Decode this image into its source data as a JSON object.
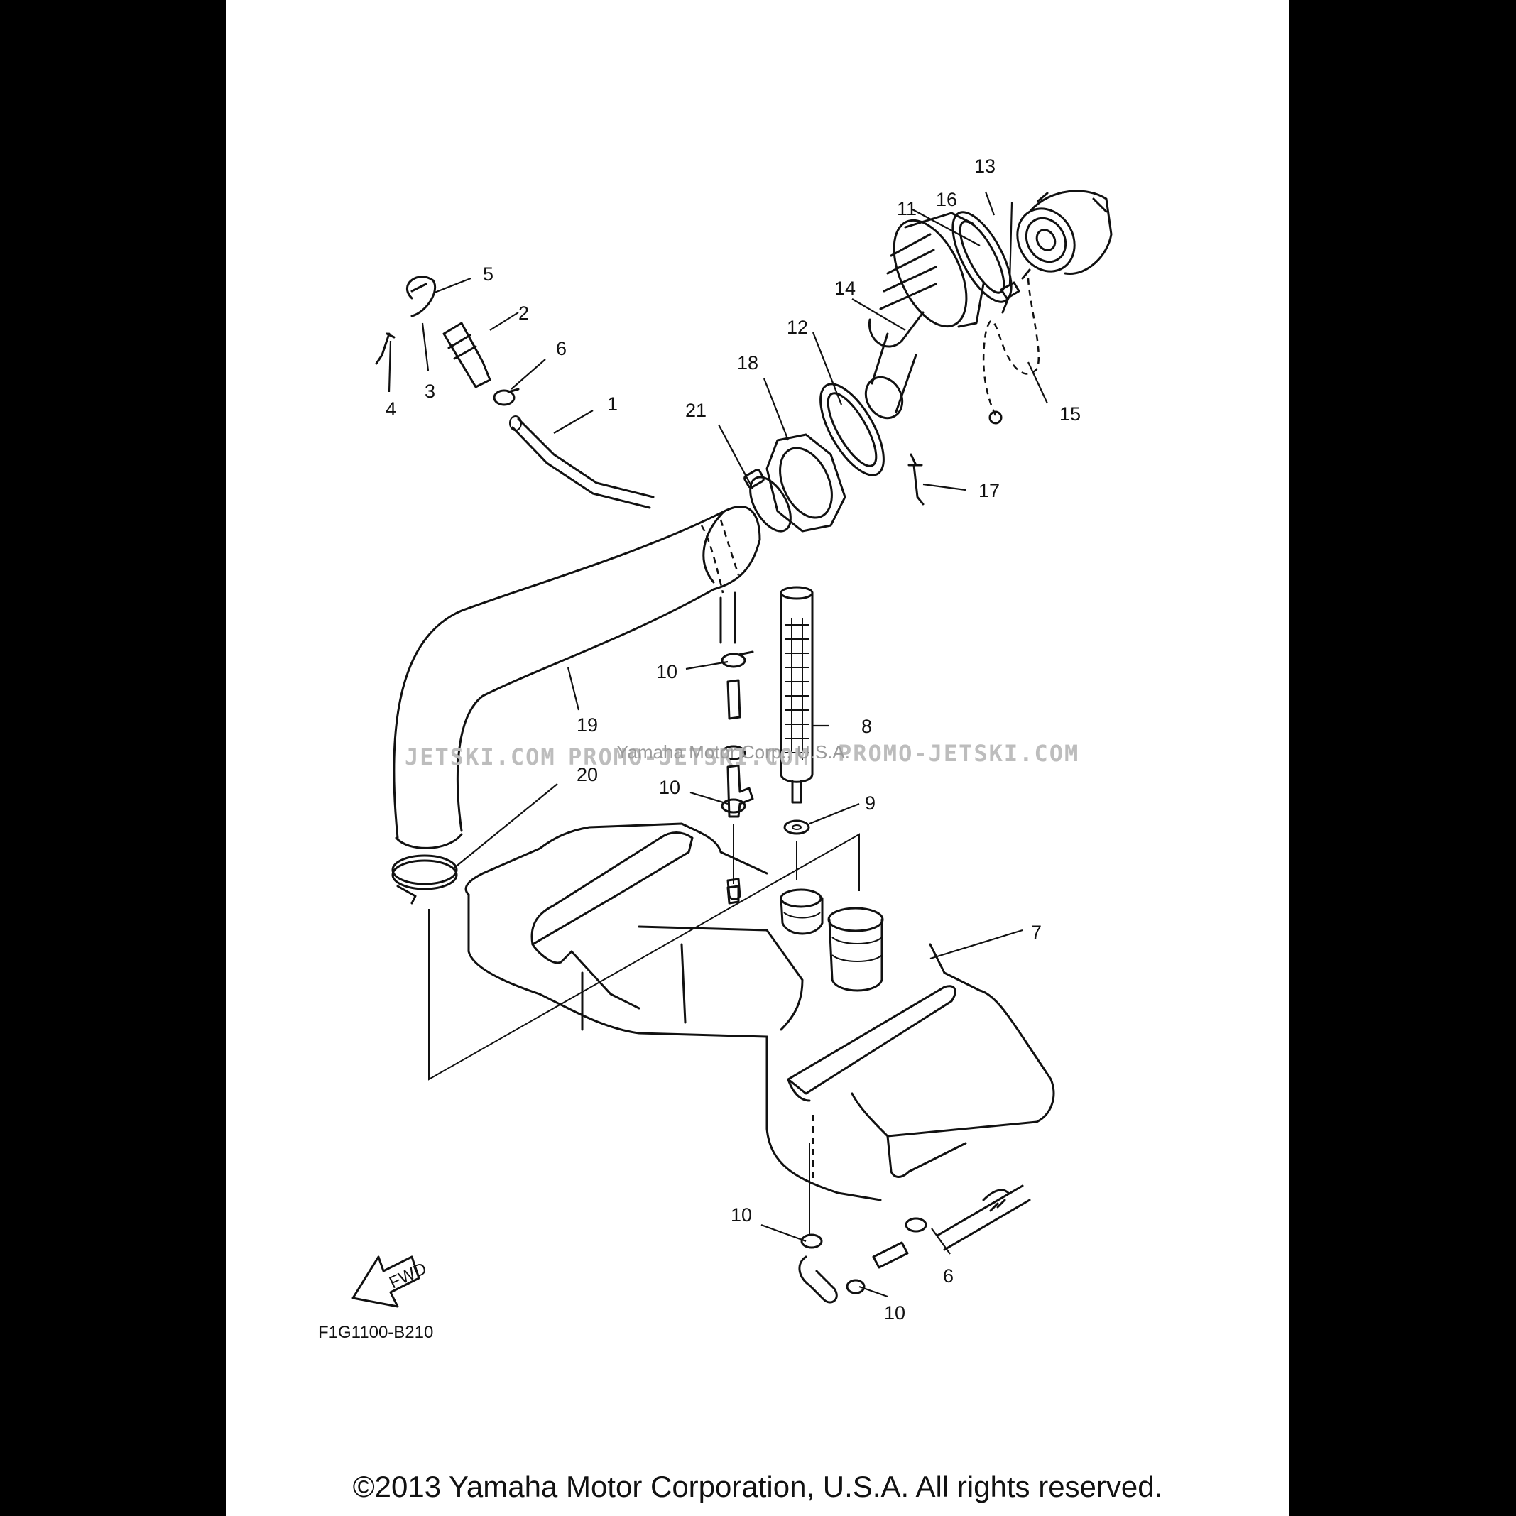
{
  "diagram": {
    "callouts": [
      "1",
      "2",
      "3",
      "4",
      "5",
      "6",
      "7",
      "8",
      "9",
      "10",
      "11",
      "12",
      "13",
      "14",
      "15",
      "16",
      "17",
      "18",
      "19",
      "20",
      "21"
    ],
    "callout_repeats": {
      "six": "6",
      "ten": "10"
    },
    "figure_code": "F1G1100-B210",
    "fwd_label": "FWD",
    "watermark_site": "PROMO-JETSKI.COM",
    "watermark_left": "JETSKI.COM",
    "watermark_brand": "Yamaha Motor Corp., U.S.A."
  },
  "footer": {
    "copyright": "©2013 Yamaha Motor Corporation, U.S.A. All rights reserved."
  }
}
